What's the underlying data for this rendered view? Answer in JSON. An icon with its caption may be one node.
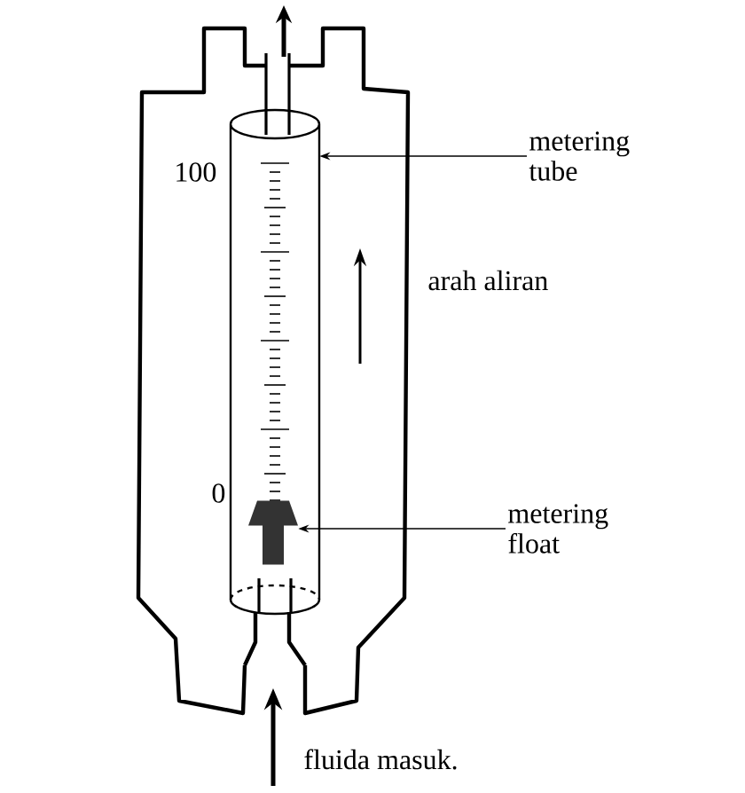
{
  "diagram": {
    "nodes": [
      {
        "text": [
          "metering tube"
        ]
      },
      {
        "text": [],
        "shape": "cylinder"
      },
      {
        "text": [
          "metering float"
        ]
      },
      {
        "text": [],
        "shape": "arrow",
        "in": 1
      }
    ],
    "edges": [
      {
        "from": 0,
        "to": 1,
        "arrow": "to"
      },
      {
        "from": 2,
        "to": 3,
        "arrow": "to"
      }
    ],
    "labels": [
      "100",
      "0",
      "arah aliran",
      "fluida masuk."
    ]
  }
}
